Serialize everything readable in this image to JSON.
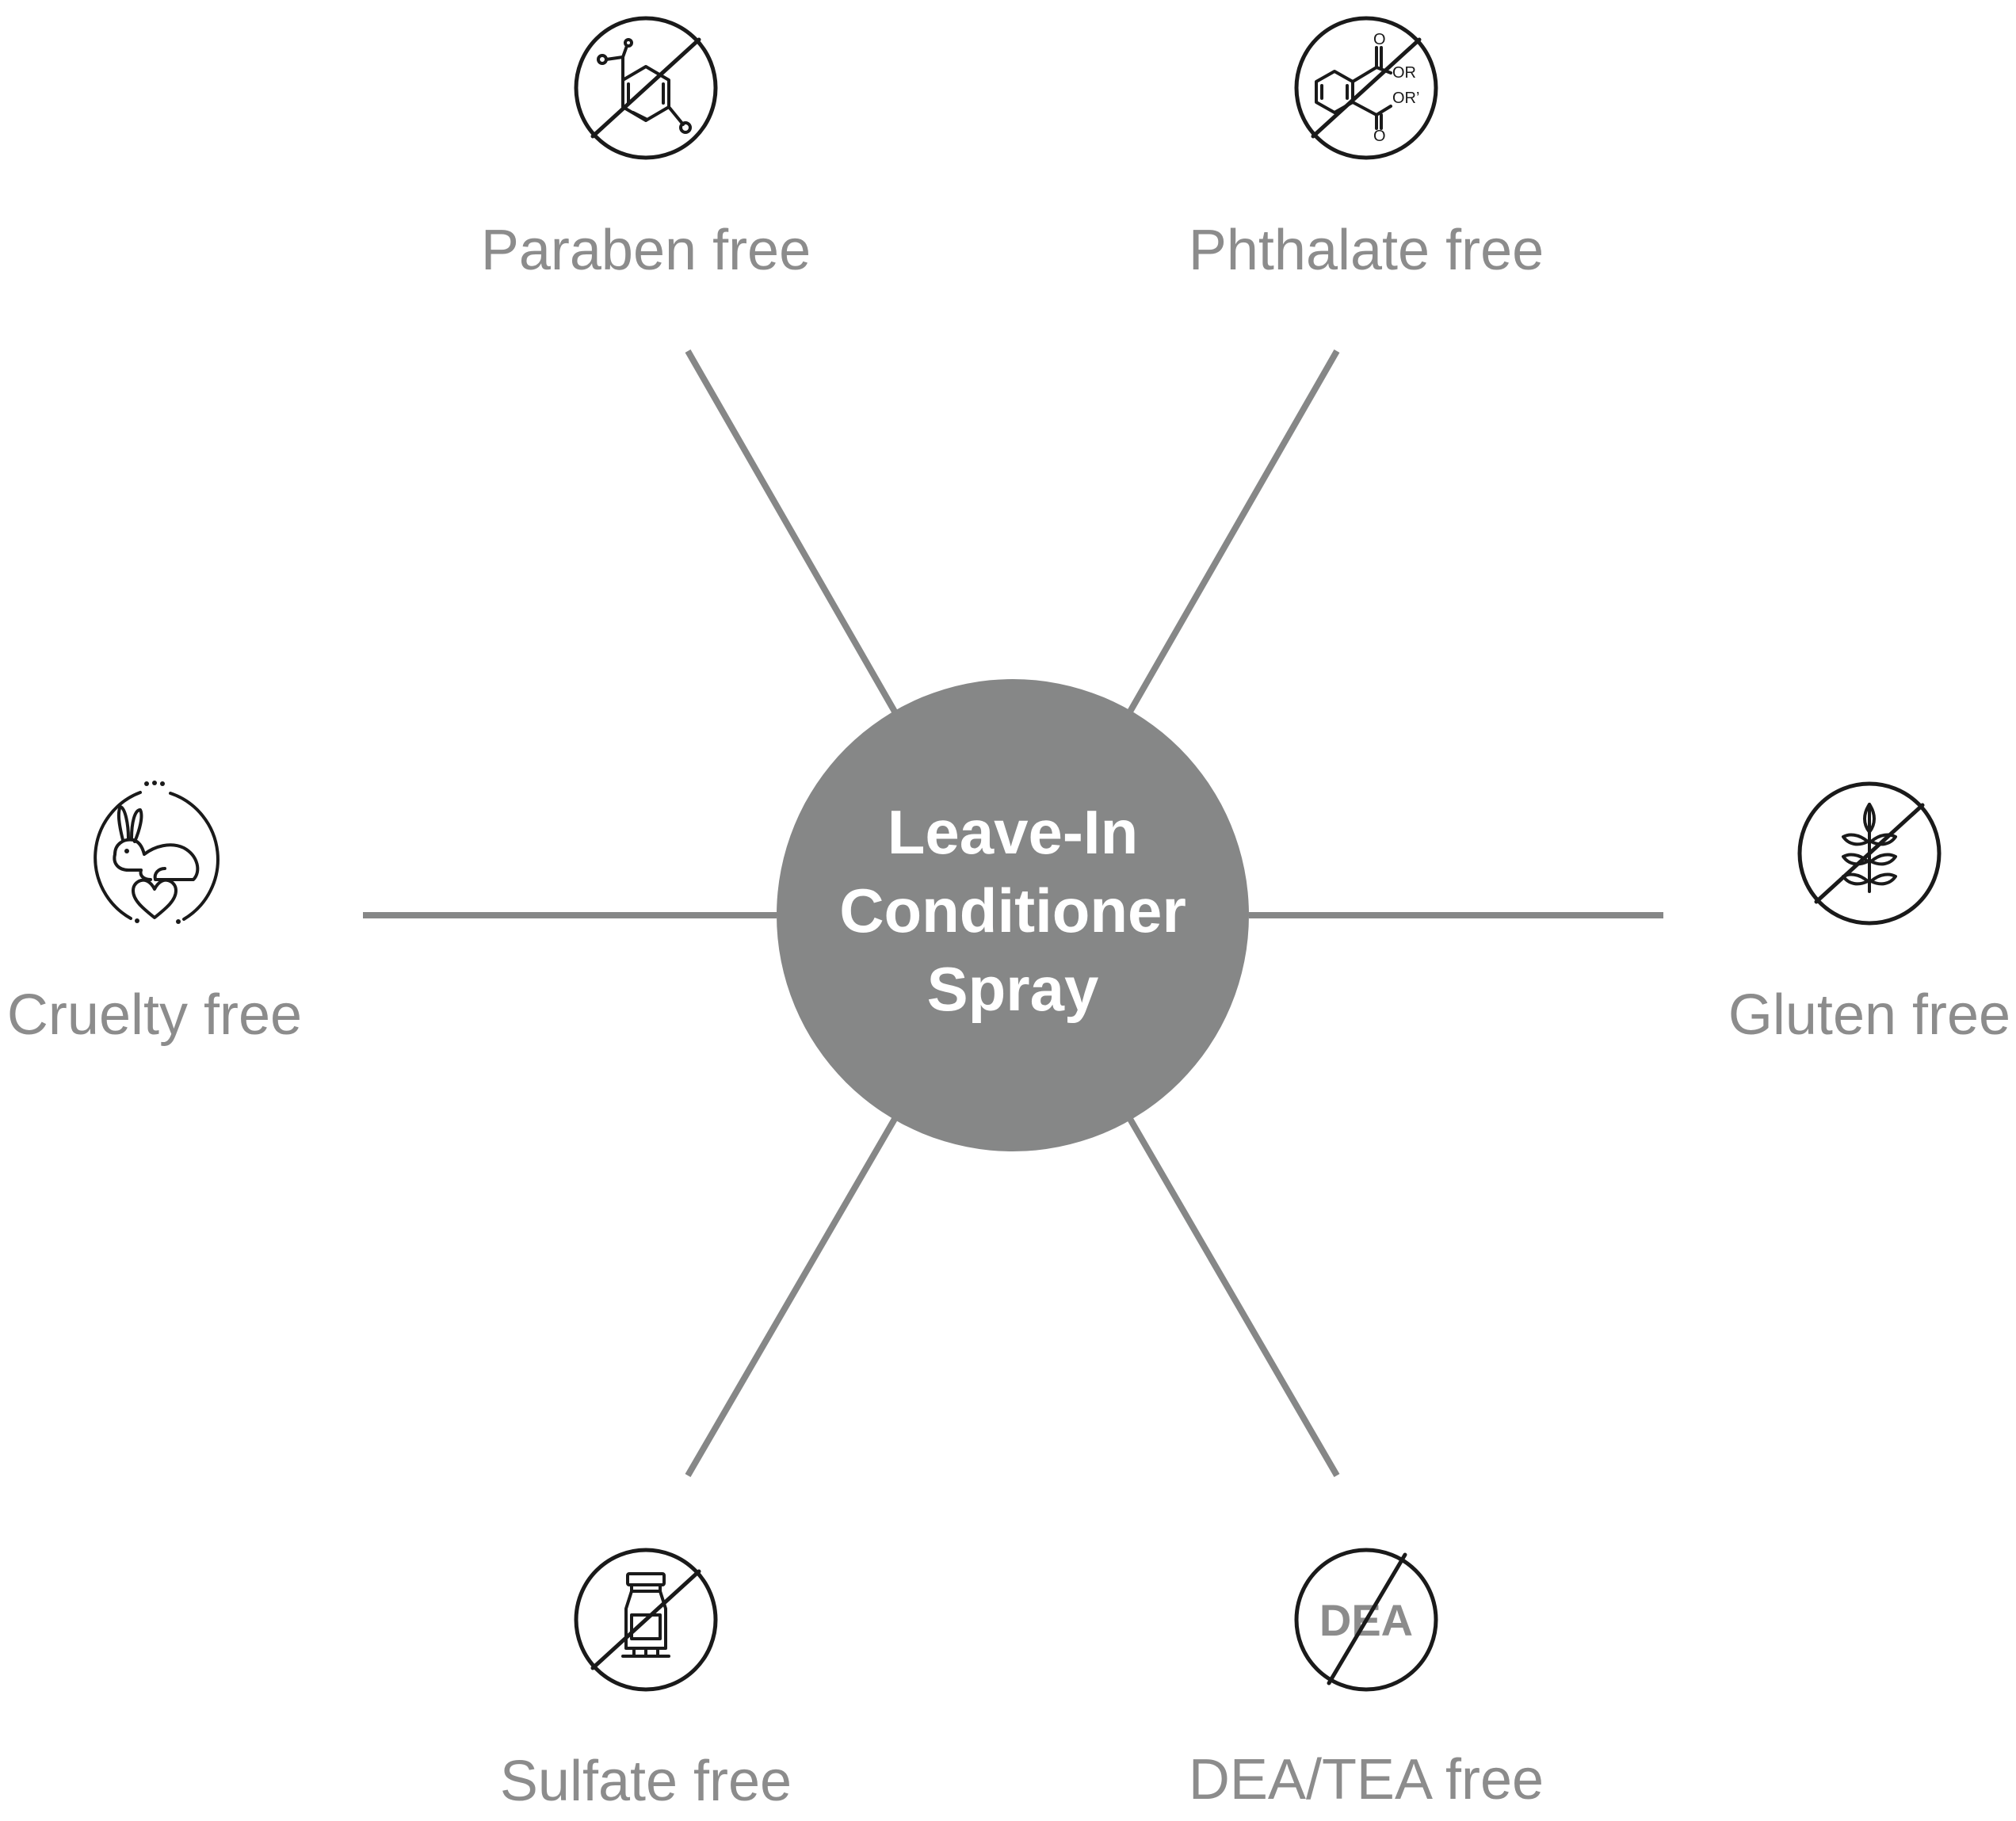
{
  "center": {
    "lines": [
      "Leave-In",
      "Conditioner",
      "Spray"
    ]
  },
  "features": [
    {
      "id": "paraben",
      "label": "Paraben free",
      "icon": "paraben-free-icon"
    },
    {
      "id": "phthalate",
      "label": "Phthalate free",
      "icon": "phthalate-free-icon"
    },
    {
      "id": "gluten",
      "label": "Gluten free",
      "icon": "gluten-free-icon"
    },
    {
      "id": "dea",
      "label": "DEA/TEA free",
      "icon": "dea-free-icon"
    },
    {
      "id": "sulfate",
      "label": "Sulfate free",
      "icon": "sulfate-free-icon"
    },
    {
      "id": "cruelty",
      "label": "Cruelty free",
      "icon": "cruelty-free-icon"
    }
  ],
  "icons": {
    "phthalate_group_1": "OR",
    "phthalate_group_2": "OR’",
    "phthalate_oxygen_1": "O",
    "phthalate_oxygen_2": "O",
    "dea_mark": "DEA"
  },
  "colors": {
    "hub": "#868787",
    "spoke": "#868787",
    "label": "#8c8c8c",
    "icon": "#1a1a1a",
    "hub_text": "#ffffff"
  }
}
